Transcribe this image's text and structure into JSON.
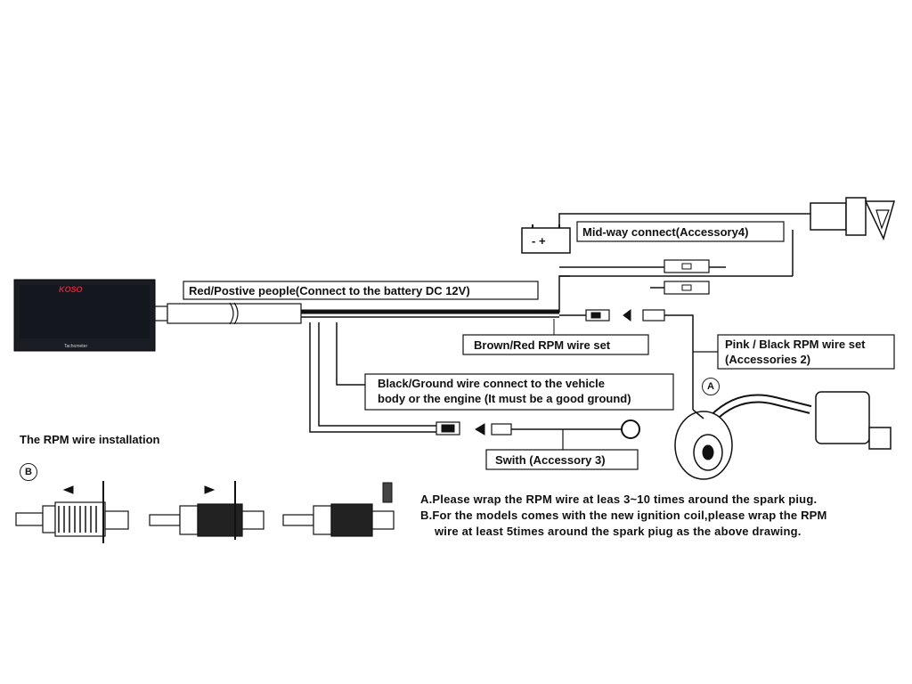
{
  "labels": {
    "midway": "Mid-way connect(Accessory4)",
    "red_positive": "Red/Postive people(Connect to the battery DC 12V)",
    "brown_red": "Brown/Red RPM wire set",
    "pink_black_1": "Pink / Black RPM wire set",
    "pink_black_2": "(Accessories 2)",
    "ground_1": "Black/Ground wire connect to the vehicle",
    "ground_2": "body or the engine (It must be a good ground)",
    "switch": "Swith (Accessory 3)",
    "rpm_install": "The RPM wire installation",
    "marker_a": "A",
    "marker_b": "B",
    "battery": "- +",
    "meter_caption": "Tachometer",
    "meter_logo": "KOSO"
  },
  "notes": {
    "a": "A.Please wrap the RPM wire at leas 3~10 times around the spark piug.",
    "b1": "B.For the models comes with the new ignition coil,please wrap the RPM",
    "b2": "wire at least 5times around the spark piug as the above drawing."
  },
  "colors": {
    "line": "#111111",
    "meter_body": "#1a1d24",
    "meter_logo": "#d8233a"
  }
}
